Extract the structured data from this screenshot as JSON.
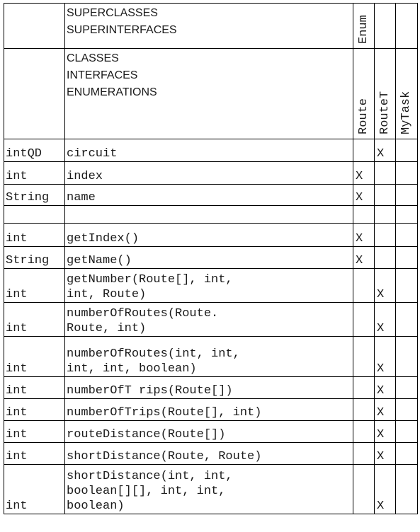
{
  "header": {
    "superclasses_label": "SUPERCLASSES\nSUPERINTERFACES",
    "classes_label": "CLASSES\nINTERFACES\nENUMERATIONS",
    "super_column": "Enum",
    "columns": [
      "Route",
      "RouteT",
      "MyTask"
    ]
  },
  "rows": [
    {
      "type": "intQD",
      "member": "circuit",
      "marks": [
        "",
        "X",
        ""
      ]
    },
    {
      "type": "int",
      "member": "index",
      "marks": [
        "X",
        "",
        ""
      ]
    },
    {
      "type": "String",
      "member": "name",
      "marks": [
        "X",
        "",
        ""
      ]
    },
    {
      "type": "",
      "member": "",
      "marks": [
        "",
        "",
        ""
      ]
    },
    {
      "type": "int",
      "member": "getIndex()",
      "marks": [
        "X",
        "",
        ""
      ]
    },
    {
      "type": "String",
      "member": "getName()",
      "marks": [
        "X",
        "",
        ""
      ]
    },
    {
      "type": "int",
      "member": "getNumber(Route[], int,\nint, Route)",
      "marks": [
        "",
        "X",
        ""
      ]
    },
    {
      "type": "int",
      "member": "numberOfRoutes(Route.\nRoute, int)",
      "marks": [
        "",
        "X",
        ""
      ]
    },
    {
      "type": "int",
      "member": "numberOfRoutes(int, int,\nint, int, boolean)",
      "marks": [
        "",
        "X",
        ""
      ]
    },
    {
      "type": "int",
      "member": "numberOfT rips(Route[])",
      "marks": [
        "",
        "X",
        ""
      ]
    },
    {
      "type": "int",
      "member": "numberOfTrips(Route[], int)",
      "marks": [
        "",
        "X",
        ""
      ]
    },
    {
      "type": "int",
      "member": "routeDistance(Route[])",
      "marks": [
        "",
        "X",
        ""
      ]
    },
    {
      "type": "int",
      "member": "shortDistance(Route, Route)",
      "marks": [
        "",
        "X",
        ""
      ]
    },
    {
      "type": "int",
      "member": "shortDistance(int, int,\nboolean[][], int, int,\nboolean)",
      "marks": [
        "",
        "X",
        ""
      ]
    }
  ]
}
